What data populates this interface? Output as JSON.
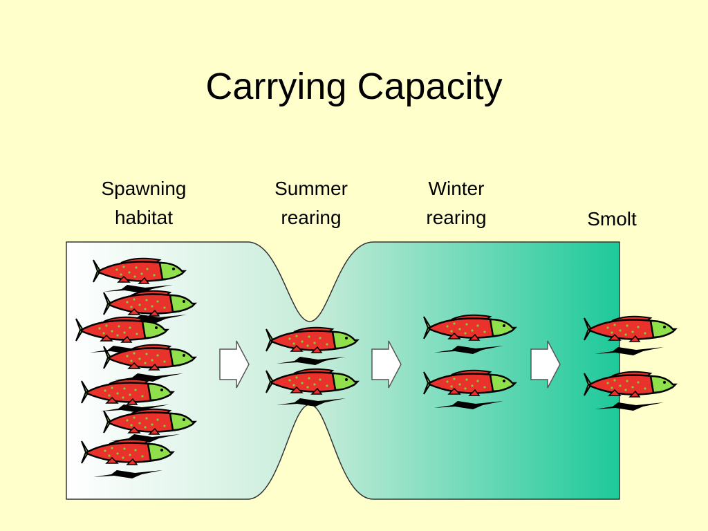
{
  "slide": {
    "title": "Carrying Capacity"
  },
  "stages": [
    {
      "id": "spawning",
      "lines": [
        "Spawning",
        "habitat"
      ]
    },
    {
      "id": "summer",
      "lines": [
        "Summer",
        "rearing"
      ]
    },
    {
      "id": "winter",
      "lines": [
        "Winter",
        "rearing"
      ]
    },
    {
      "id": "smolt",
      "lines": [
        "Smolt"
      ]
    }
  ],
  "fish_counts": {
    "spawning": 7,
    "summer": 2,
    "winter": 2,
    "smolt": 2
  },
  "colors": {
    "background": "#ffffcc",
    "habitat_light": "#ffffff",
    "habitat_dark": "#1ec99a",
    "fish_body": "#e8322b",
    "fish_head": "#8fe04a",
    "arrow_fill": "#ffffff"
  },
  "icons": {
    "fish": "salmon-icon",
    "arrow": "right-arrow-icon"
  }
}
